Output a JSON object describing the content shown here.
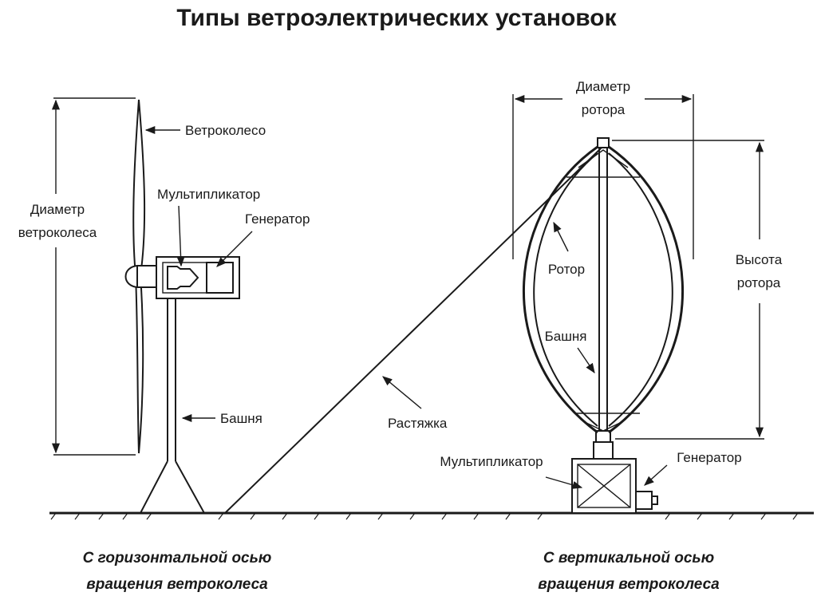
{
  "title": "Типы ветроэлектрических установок",
  "horizontal": {
    "labels": {
      "wind_wheel": "Ветроколесо",
      "diameter_line1": "Диаметр",
      "diameter_line2": "ветроколеса",
      "gearbox": "Мультипликатор",
      "generator": "Генератор",
      "tower": "Башня"
    },
    "caption_line1": "С горизонтальной осью",
    "caption_line2": "вращения ветроколеса"
  },
  "guy_wire": "Растяжка",
  "vertical": {
    "labels": {
      "rotor_diameter_line1": "Диаметр",
      "rotor_diameter_line2": "ротора",
      "rotor_height_line1": "Высота",
      "rotor_height_line2": "ротора",
      "rotor": "Ротор",
      "tower": "Башня",
      "gearbox": "Мультипликатор",
      "generator": "Генератор"
    },
    "caption_line1": "С вертикальной осью",
    "caption_line2": "вращения ветроколеса"
  }
}
